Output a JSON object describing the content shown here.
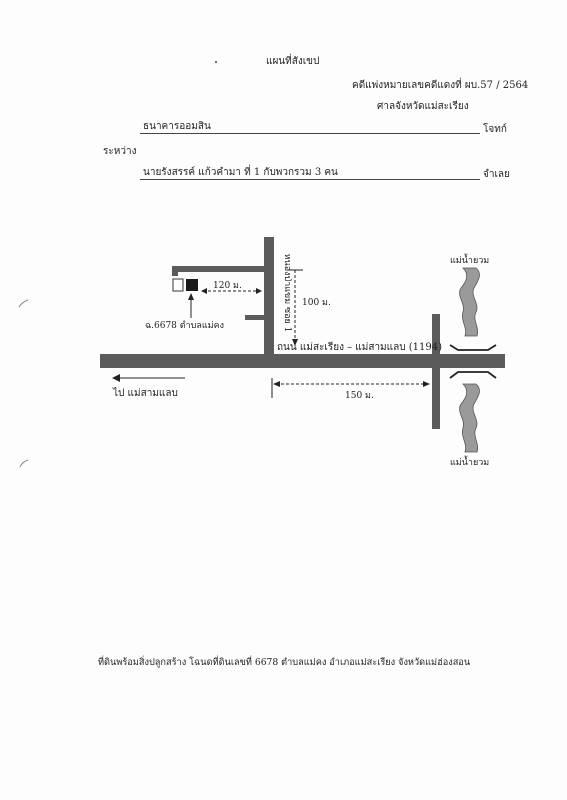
{
  "header": {
    "title": "แผนที่สังเขป",
    "case_number": "คดีแพ่งหมายเลขคดีแดงที่ ผบ.57 / 2564",
    "court": "ศาลจังหวัดแม่สะเรียง"
  },
  "parties": {
    "plaintiff_name": "ธนาคารออมสิน",
    "plaintiff_role": "โจทก์",
    "between_label": "ระหว่าง",
    "defendant_name": "นายรังสรรค์ แก้วคำมา ที่ 1 กับพวกรวม 3 คน",
    "defendant_role": "จำเลย"
  },
  "map": {
    "soi_label": "หนองป่าแขม ซอย 1",
    "dist_plot": "120 ม.",
    "dist_soi": "100 ม.",
    "dist_river": "150 ม.",
    "plot_label": "ฉ.6678 ตำบลแม่คง",
    "road_label": "ถนน แม่สะเรียง – แม่สามแลบ (1194)",
    "direction_label": "ไป แม่สามแลบ",
    "river_top": "แม่น้ำยวม",
    "river_bottom": "แม่น้ำยวม"
  },
  "footer": {
    "description": "ที่ดินพร้อมสิ่งปลูกสร้าง โฉนดที่ดินเลขที่ 6678 ตำบลแม่คง อำเภอแม่สะเรียง จังหวัดแม่ฮ่องสอน"
  }
}
